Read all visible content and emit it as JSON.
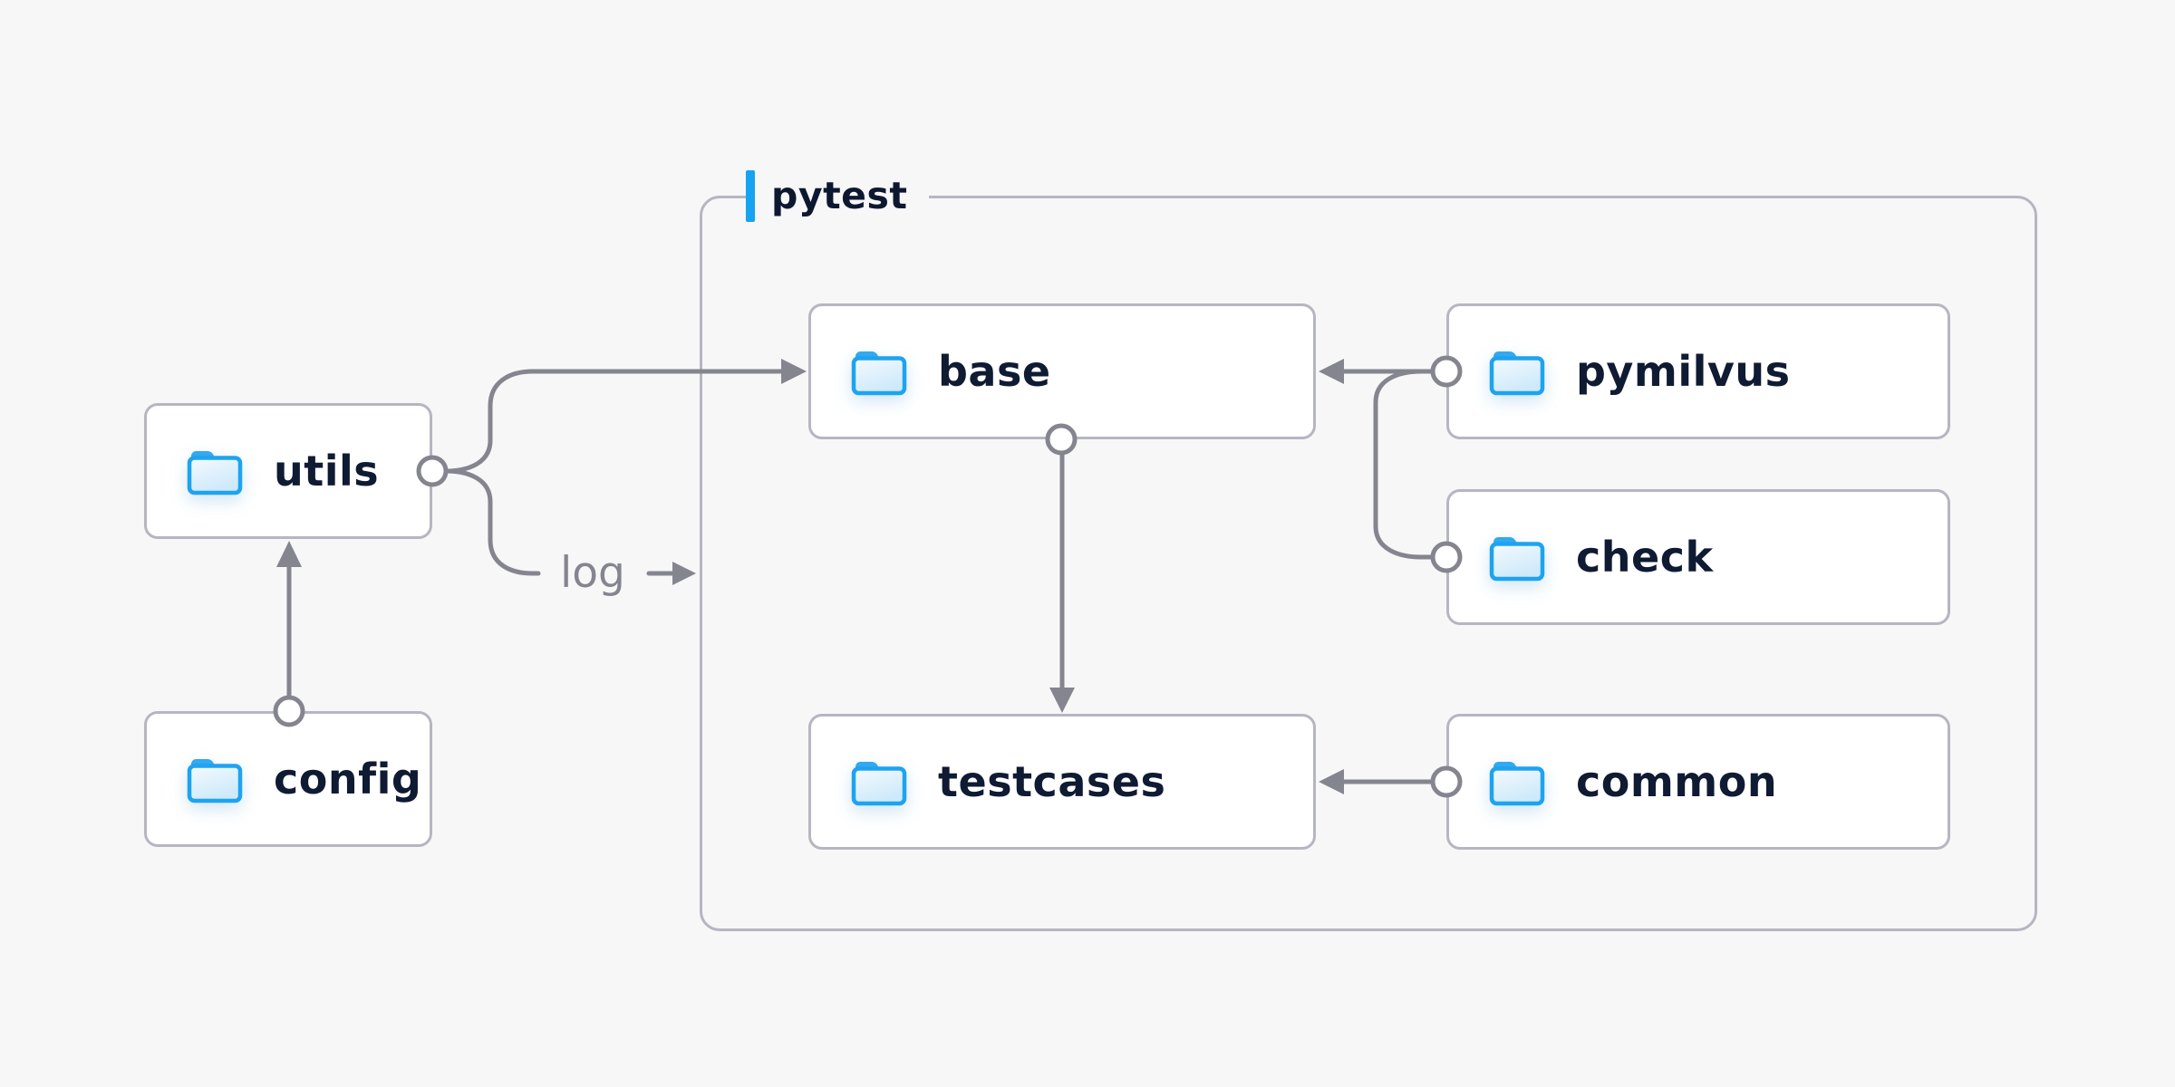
{
  "canvas": {
    "background_color": "#f7f7f8"
  },
  "group": {
    "label": "pytest",
    "accent_color": "#16a3f1",
    "border_color": "#b6b6c2"
  },
  "nodes": [
    {
      "id": "utils",
      "label": "utils",
      "icon": "folder-icon"
    },
    {
      "id": "config",
      "label": "config",
      "icon": "folder-icon"
    },
    {
      "id": "base",
      "label": "base",
      "icon": "folder-icon",
      "group": "pytest"
    },
    {
      "id": "pymilvus",
      "label": "pymilvus",
      "icon": "folder-icon",
      "group": "pytest"
    },
    {
      "id": "check",
      "label": "check",
      "icon": "folder-icon",
      "group": "pytest"
    },
    {
      "id": "testcases",
      "label": "testcases",
      "icon": "folder-icon",
      "group": "pytest"
    },
    {
      "id": "common",
      "label": "common",
      "icon": "folder-icon",
      "group": "pytest"
    }
  ],
  "edges": [
    {
      "from": "config",
      "to": "utils",
      "type": "arrow"
    },
    {
      "from": "utils",
      "to": "base",
      "type": "arrow"
    },
    {
      "from": "utils",
      "to": "pytest-group",
      "type": "arrow",
      "label": "log"
    },
    {
      "from": "pymilvus",
      "to": "base",
      "type": "arrow"
    },
    {
      "from": "check",
      "to": "base",
      "type": "arrow"
    },
    {
      "from": "base",
      "to": "testcases",
      "type": "arrow"
    },
    {
      "from": "common",
      "to": "testcases",
      "type": "arrow"
    }
  ],
  "labels": {
    "log": "log"
  },
  "colors": {
    "wire": "#85858f",
    "node_border": "#b6b6c2",
    "node_background": "#ffffff",
    "text": "#0f1a33",
    "folder_blue": "#1ea3f0",
    "accent_blue": "#16a3f1"
  }
}
